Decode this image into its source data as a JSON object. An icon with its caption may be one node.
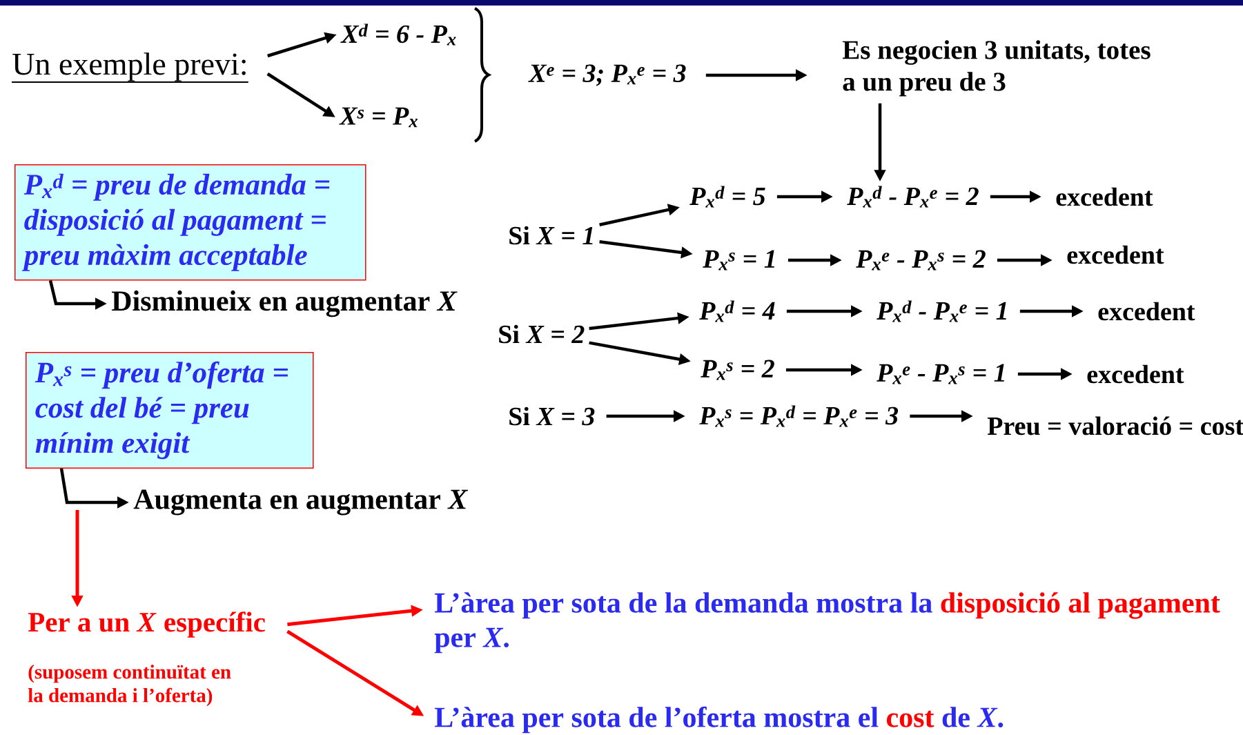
{
  "diagram": {
    "nodes": [
      {
        "text": [
          "Un exemple previ:"
        ]
      },
      {
        "text": [
          "X$^{d}$ = 6 - P$_{x}$"
        ]
      },
      {
        "text": [
          "X$^{s}$ = P$_{x}$"
        ]
      },
      {
        "text": [
          "X$^{e}$ = 3; P$_{x}$$^{e}$ = 3"
        ]
      },
      {
        "text": [
          "Es negocien 3 unitats, totes a un preu de 3"
        ]
      },
      {
        "text": [
          "Si *X = 1*"
        ]
      },
      {
        "text": [
          "P$_{x}$$^{d}$ = 5"
        ]
      },
      {
        "text": [
          "P$_{x}$$^{d}$ - P$_{x}$$^{e}$ = 2"
        ]
      },
      {
        "text": [
          "excedent"
        ]
      },
      {
        "text": [
          "P$_{x}$$^{s}$ = 1"
        ]
      },
      {
        "text": [
          "P$_{x}$$^{e}$ - P$_{x}$$^{s}$ = 2"
        ]
      },
      {
        "text": [
          "excedent"
        ]
      },
      {
        "text": [
          "Si *X = 2*"
        ]
      },
      {
        "text": [
          "P$_{x}$$^{d}$ = 4"
        ]
      },
      {
        "text": [
          "P$_{x}$$^{d}$ - P$_{x}$$^{e}$ = 1"
        ]
      },
      {
        "text": [
          "excedent"
        ]
      },
      {
        "text": [
          "P$_{x}$$^{s}$ = 2"
        ]
      },
      {
        "text": [
          "P$_{x}$$^{e}$ - P$_{x}$$^{s}$ = 1"
        ]
      },
      {
        "text": [
          "excedent"
        ]
      },
      {
        "text": [
          "Si *X = 3*"
        ]
      },
      {
        "text": [
          "P$_{x}$$^{s}$ = P$_{x}$$^{d}$ = P$_{x}$$^{e}$ = 3"
        ]
      },
      {
        "text": [
          "Preu = valoració = cost"
        ]
      },
      {
        "text": [
          "P$_{x}$$^{d}$ = preu de demanda = disposició al pagament = preu màxim acceptable"
        ]
      },
      {
        "text": [
          "Disminueix en augmentar *X*"
        ]
      },
      {
        "text": [
          "P$_{x}$$^{s}$ = preu d’oferta = cost del bé = preu mínim exigit"
        ]
      },
      {
        "text": [
          "Augmenta en augmentar *X*"
        ]
      },
      {
        "text": [
          "Per a un *X* específic",
          "(suposem continuïtat en la demanda i l’oferta)"
        ]
      },
      {
        "text": [
          "L’àrea per sota de la demanda mostra la",
          "disposició al pagament",
          "per *X*."
        ]
      },
      {
        "text": [
          "L’àrea per sota de l’oferta mostra el",
          "cost",
          "de *X*."
        ]
      }
    ],
    "edges": [
      {
        "from": 0,
        "to": 1,
        "arrow": "to"
      },
      {
        "from": 0,
        "to": 2,
        "arrow": "to"
      },
      {
        "from": 3,
        "to": 4,
        "arrow": "to"
      },
      {
        "from": 4,
        "to": 7,
        "arrow": "to"
      },
      {
        "from": 5,
        "to": 6,
        "arrow": "to"
      },
      {
        "from": 5,
        "to": 9,
        "arrow": "to"
      },
      {
        "from": 6,
        "to": 7,
        "arrow": "to"
      },
      {
        "from": 7,
        "to": 8,
        "arrow": "to"
      },
      {
        "from": 9,
        "to": 10,
        "arrow": "to"
      },
      {
        "from": 10,
        "to": 11,
        "arrow": "to"
      },
      {
        "from": 12,
        "to": 13,
        "arrow": "to"
      },
      {
        "from": 12,
        "to": 16,
        "arrow": "to"
      },
      {
        "from": 13,
        "to": 14,
        "arrow": "to"
      },
      {
        "from": 14,
        "to": 15,
        "arrow": "to"
      },
      {
        "from": 16,
        "to": 17,
        "arrow": "to"
      },
      {
        "from": 17,
        "to": 18,
        "arrow": "to"
      },
      {
        "from": 19,
        "to": 20,
        "arrow": "to"
      },
      {
        "from": 20,
        "to": 21,
        "arrow": "to"
      },
      {
        "from": 22,
        "to": 23,
        "arrow": "to"
      },
      {
        "from": 24,
        "to": 25,
        "arrow": "to"
      },
      {
        "from": 24,
        "to": 26,
        "arrow": "to",
        "color": "#ff0000"
      },
      {
        "from": 26,
        "to": 27,
        "arrow": "to",
        "color": "#ff0000"
      },
      {
        "from": 26,
        "to": 28,
        "arrow": "to",
        "color": "#ff0000"
      }
    ]
  }
}
